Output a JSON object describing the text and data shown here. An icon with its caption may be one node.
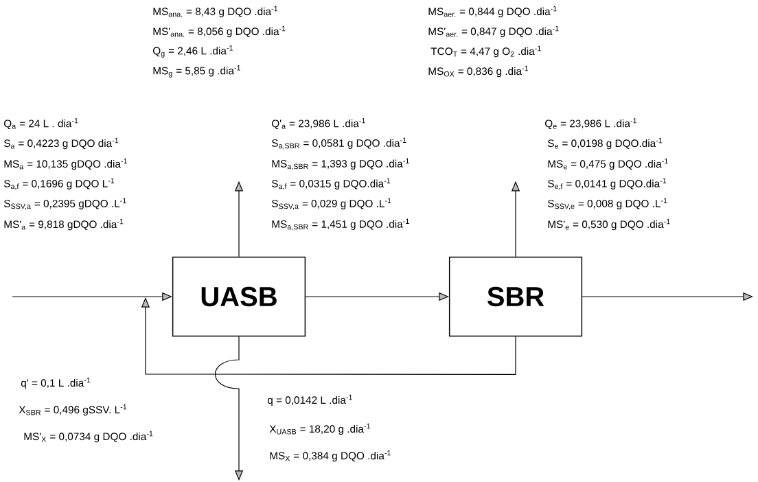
{
  "diagram": {
    "nodes": [
      {
        "text": [
          "UASB"
        ]
      },
      {
        "text": [
          "SBR"
        ]
      }
    ],
    "edges": [
      {
        "from": null,
        "to": 0,
        "arrow": "to"
      },
      {
        "from": 0,
        "to": 1,
        "arrow": "to"
      },
      {
        "from": 1,
        "to": null,
        "arrow": "to"
      },
      {
        "from": 0,
        "to": null,
        "arrow": "to"
      },
      {
        "from": 1,
        "to": null,
        "arrow": "to"
      },
      {
        "from": 0,
        "to": null,
        "arrow": "to"
      },
      {
        "from": 1,
        "to": 0,
        "arrow": "to"
      }
    ],
    "labels": [
      "MS$_{ana.}$ = 8,43 g DQO .dia$^{-1}$",
      "MS'$_{ana.}$ = 8,056 g DQO .dia$^{-1}$",
      "Q$_{g}$ = 2,46 L .dia$^{-1}$",
      "MS$_{g}$ = 5,85 g .dia$^{-1}$",
      "MS$_{aer.}$ = 0,844 g DQO .dia$^{-1}$",
      "MS'$_{aer.}$ = 0,847 g DQO .dia$^{-1}$",
      "TCO$_{T}$ = 4,47 g O$_{2}$ .dia$^{-1}$",
      "MS$_{OX}$ = 0,836 g .dia$^{-1}$",
      "Q$_{a}$ = 24 L . dia$^{-1}$",
      "S$_{a}$ = 0,4223 g DQO dia$^{-1}$",
      "MS$_{a}$ = 10,135 gDQO .dia$^{-1}$",
      "S$_{a,f}$ = 0,1696 g DQO L$^{-1}$",
      "S$_{SSV,a}$ = 0,2395 gDQO .L$^{-1}$",
      "MS'$_{a}$ = 9,818 gDQO .dia$^{-1}$",
      "Q'$_{a}$ = 23,986 L .dia$^{-1}$",
      "S$_{a,SBR}$ = 0,0581 g DQO .dia$^{-1}$",
      "MS$_{a,SBR}$ = 1,393 g DQO .dia$^{-1}$",
      "S$_{a,f}$ = 0,0315 g DQO.dia$^{-1}$",
      "S$_{SSV,a}$ = 0,029 g DQO .L$^{-1}$",
      "MS$_{a,SBR}$ = 1,451 g DQO .dia$^{-1}$",
      "Q$_{e}$ = 23,986 L .dia$^{-1}$",
      "S$_{e}$ = 0,0198 g DQO.dia$^{-1}$",
      "MS$_{e}$ = 0,475 g DQO .dia$^{-1}$",
      "S$_{e,f}$ = 0,0141 g DQO.dia$^{-1}$",
      "S$_{SSV,e}$ = 0,008 g DQO .L$^{-1}$",
      "MS'$_{e}$ = 0,530 g DQO .dia$^{-1}$",
      "q' = 0,1 L .dia$^{-1}$",
      "X$_{SBR}$ = 0,496 gSSV. L$^{-1}$",
      "MS'$_{X}$ = 0,0734 g DQO .dia$^{-1}$",
      "q = 0,0142 L .dia$^{-1}$",
      "X$_{UASB}$ = 18,20 g .dia$^{-1}$",
      "MS$_{X}$ = 0,384 g DQO .dia$^{-1}$"
    ]
  }
}
